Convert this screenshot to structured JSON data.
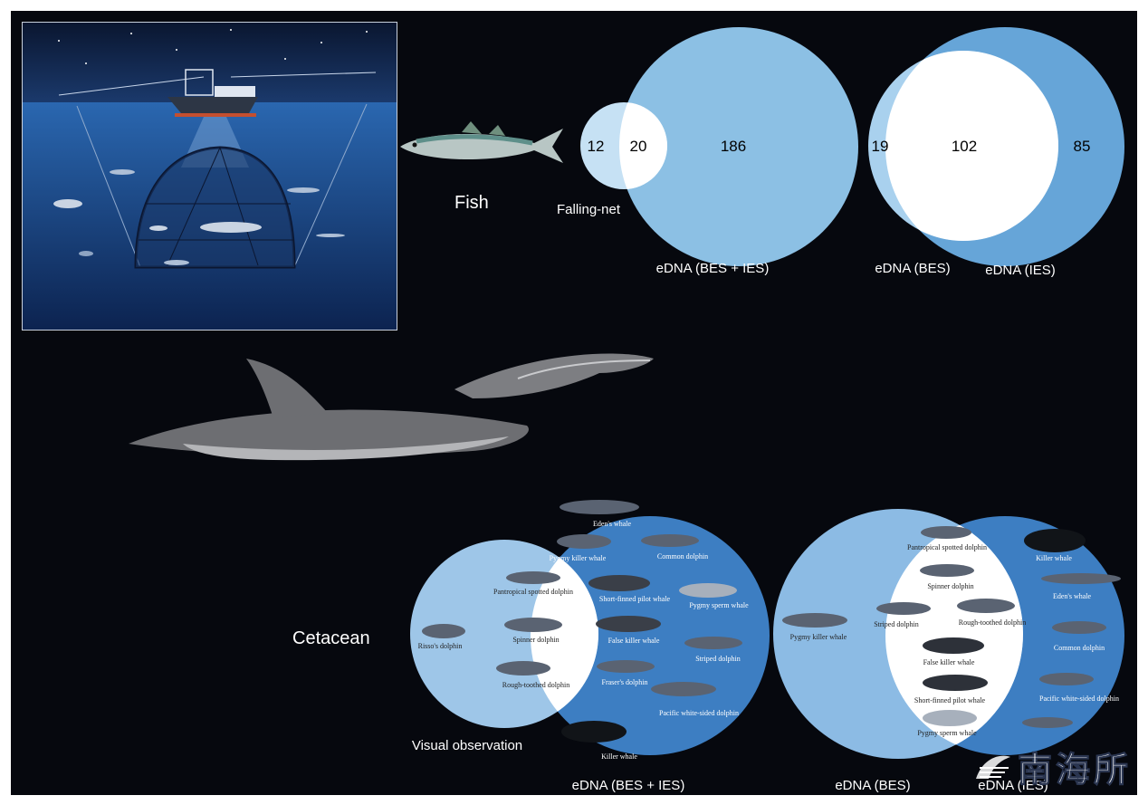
{
  "fish": {
    "group_label": "Fish",
    "venn_left": {
      "only_a": "12",
      "both": "20",
      "only_b": "186",
      "label_a": "Falling-net",
      "label_b": "eDNA (BES + IES)"
    },
    "venn_right": {
      "only_a": "19",
      "both": "102",
      "only_b": "85",
      "label_a": "eDNA (BES)",
      "label_b": "eDNA (IES)"
    }
  },
  "cetacean": {
    "group_label": "Cetacean",
    "venn_left": {
      "label_a": "Visual observation",
      "label_b": "eDNA (BES + IES)",
      "only_a_species": [
        "Risso's dolphin"
      ],
      "both_species": [
        "Pantropical spotted dolphin",
        "Spinner dolphin",
        "Rough-toothed dolphin"
      ],
      "only_b_species": [
        "Eden's whale",
        "Pygmy killer whale",
        "Common dolphin",
        "Short-finned pilot whale",
        "Pygmy sperm whale",
        "False killer whale",
        "Striped dolphin",
        "Fraser's dolphin",
        "Pacific white-sided dolphin",
        "Killer whale"
      ]
    },
    "venn_right": {
      "label_a": "eDNA (BES)",
      "label_b": "eDNA (IES)",
      "only_a_species": [
        "Pygmy killer whale"
      ],
      "both_species": [
        "Pantropical spotted dolphin",
        "Spinner dolphin",
        "Striped dolphin",
        "Rough-toothed dolphin",
        "False killer whale",
        "Short-finned pilot whale",
        "Pygmy sperm whale"
      ],
      "only_b_species": [
        "Killer whale",
        "Eden's whale",
        "Common dolphin",
        "Pacific white-sided dolphin"
      ]
    }
  },
  "logo": {
    "text": "南海所",
    "icon": "institute-logo-icon"
  },
  "colors": {
    "background": "#06080e",
    "venn_light": "#a9d1ee",
    "venn_mid": "#8cc0e4",
    "venn_dark": "#3d7ec2",
    "overlap": "#ffffff"
  }
}
